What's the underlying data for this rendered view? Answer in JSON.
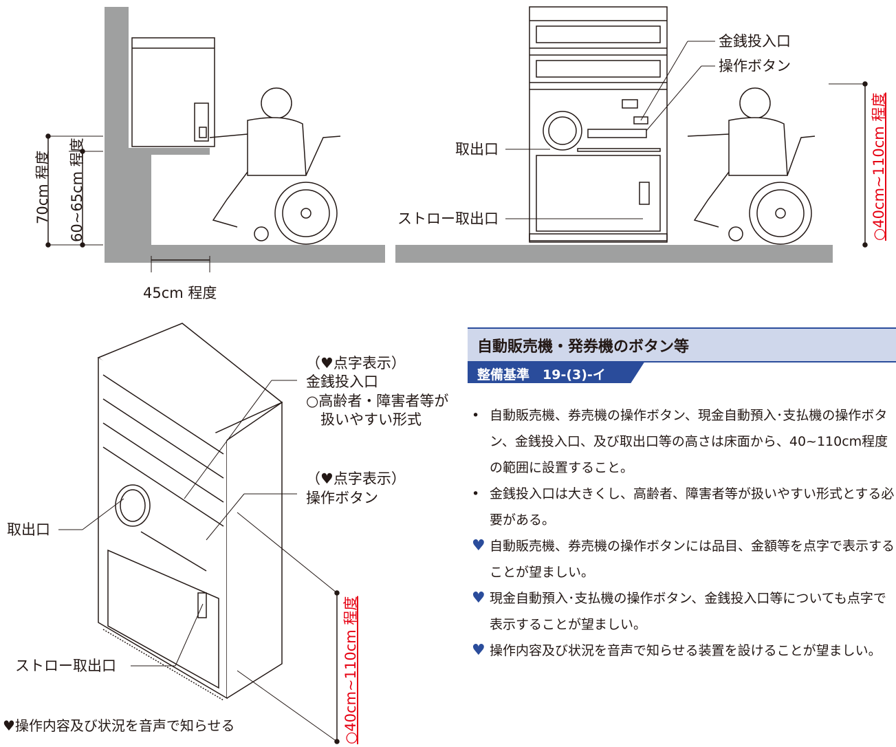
{
  "diagram_top_left": {
    "label_70cm": "70cm 程度",
    "label_60_65cm": "60~65cm 程度",
    "label_45cm": "45cm 程度"
  },
  "diagram_top_right": {
    "coin_slot": "金銭投入口",
    "operation_button": "操作ボタン",
    "outlet": "取出口",
    "straw_outlet": "ストロー取出口",
    "height_range": "○40cm~110cm 程度"
  },
  "diagram_bottom": {
    "braille_coin_prefix": "（♥点字表示）",
    "coin_slot": "金銭投入口",
    "coin_note_1": "○高齢者・障害者等が",
    "coin_note_2": "扱いやすい形式",
    "braille_button_prefix": "（♥点字表示）",
    "operation_button": "操作ボタン",
    "outlet": "取出口",
    "straw_outlet": "ストロー取出口",
    "height_range": "○40cm~110cm 程度",
    "voice_note": "♥操作内容及び状況を音声で知らせる"
  },
  "card": {
    "title": "自動販売機・発券機のボタン等",
    "tag": "整備基準　19-(3)-イ",
    "bullets": [
      {
        "marker": "•",
        "text": "自動販売機、券売機の操作ボタン、現金自動預入･支払機の操作ボタン、金銭投入口、及び取出口等の高さは床面から、40~110cm程度の範囲に設置すること。"
      },
      {
        "marker": "•",
        "text": "金銭投入口は大きくし、高齢者、障害者等が扱いやすい形式とする必要がある。"
      },
      {
        "marker": "♥",
        "text": "自動販売機、券売機の操作ボタンには品目、金額等を点字で表示することが望ましい。"
      },
      {
        "marker": "♥",
        "text": "現金自動預入･支払機の操作ボタン、金銭投入口等についても点字で表示することが望ましい。"
      },
      {
        "marker": "♥",
        "text": "操作内容及び状況を音声で知らせる装置を設けることが望ましい。"
      }
    ]
  },
  "colors": {
    "accent_blue": "#2a4c9b",
    "header_bg": "#cfd7eb",
    "red": "#e60012",
    "wall_gray": "#9fa0a0"
  }
}
